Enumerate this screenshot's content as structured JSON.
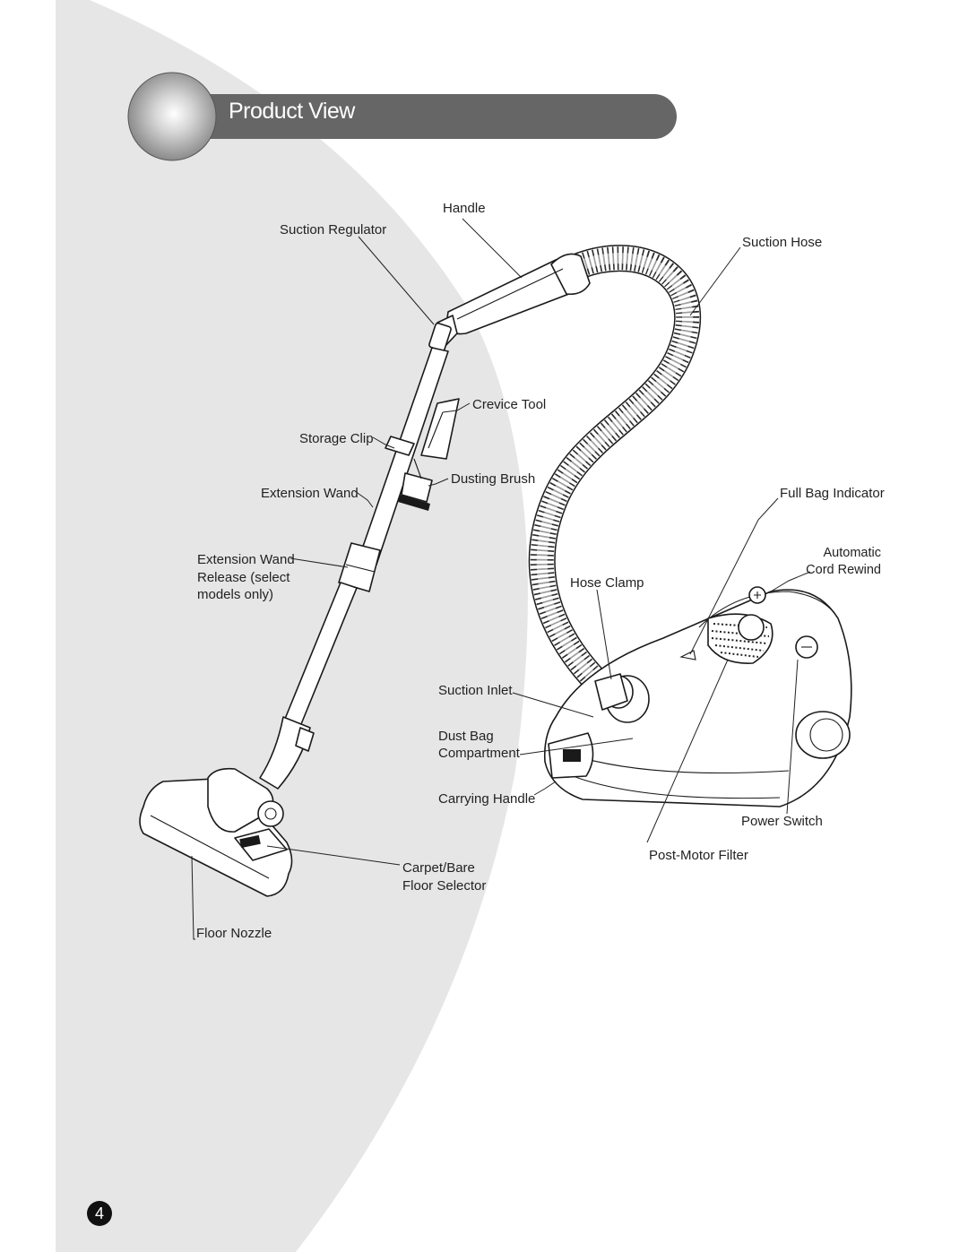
{
  "header": {
    "title": "Product View"
  },
  "labels": {
    "handle": "Handle",
    "suction_regulator": "Suction Regulator",
    "suction_hose": "Suction Hose",
    "crevice_tool": "Crevice Tool",
    "storage_clip": "Storage Clip",
    "dusting_brush": "Dusting Brush",
    "extension_wand": "Extension Wand",
    "full_bag_indicator": "Full Bag Indicator",
    "extension_wand_release": [
      "Extension Wand",
      "Release (select",
      "models only)"
    ],
    "automatic_cord_rewind": [
      "Automatic",
      "Cord Rewind"
    ],
    "hose_clamp": "Hose Clamp",
    "suction_inlet": "Suction Inlet",
    "dust_bag_compartment": [
      "Dust Bag",
      "Compartment"
    ],
    "carrying_handle": "Carrying Handle",
    "power_switch": "Power Switch",
    "post_motor_filter": "Post-Motor Filter",
    "carpet_bare_floor_selector": [
      "Carpet/Bare",
      "Floor Selector"
    ],
    "floor_nozzle": "Floor Nozzle"
  },
  "footer": {
    "page_number": "4"
  },
  "colors": {
    "background_arc": "#e6e6e6",
    "title_bar": "#666666",
    "page_badge": "#111111"
  }
}
